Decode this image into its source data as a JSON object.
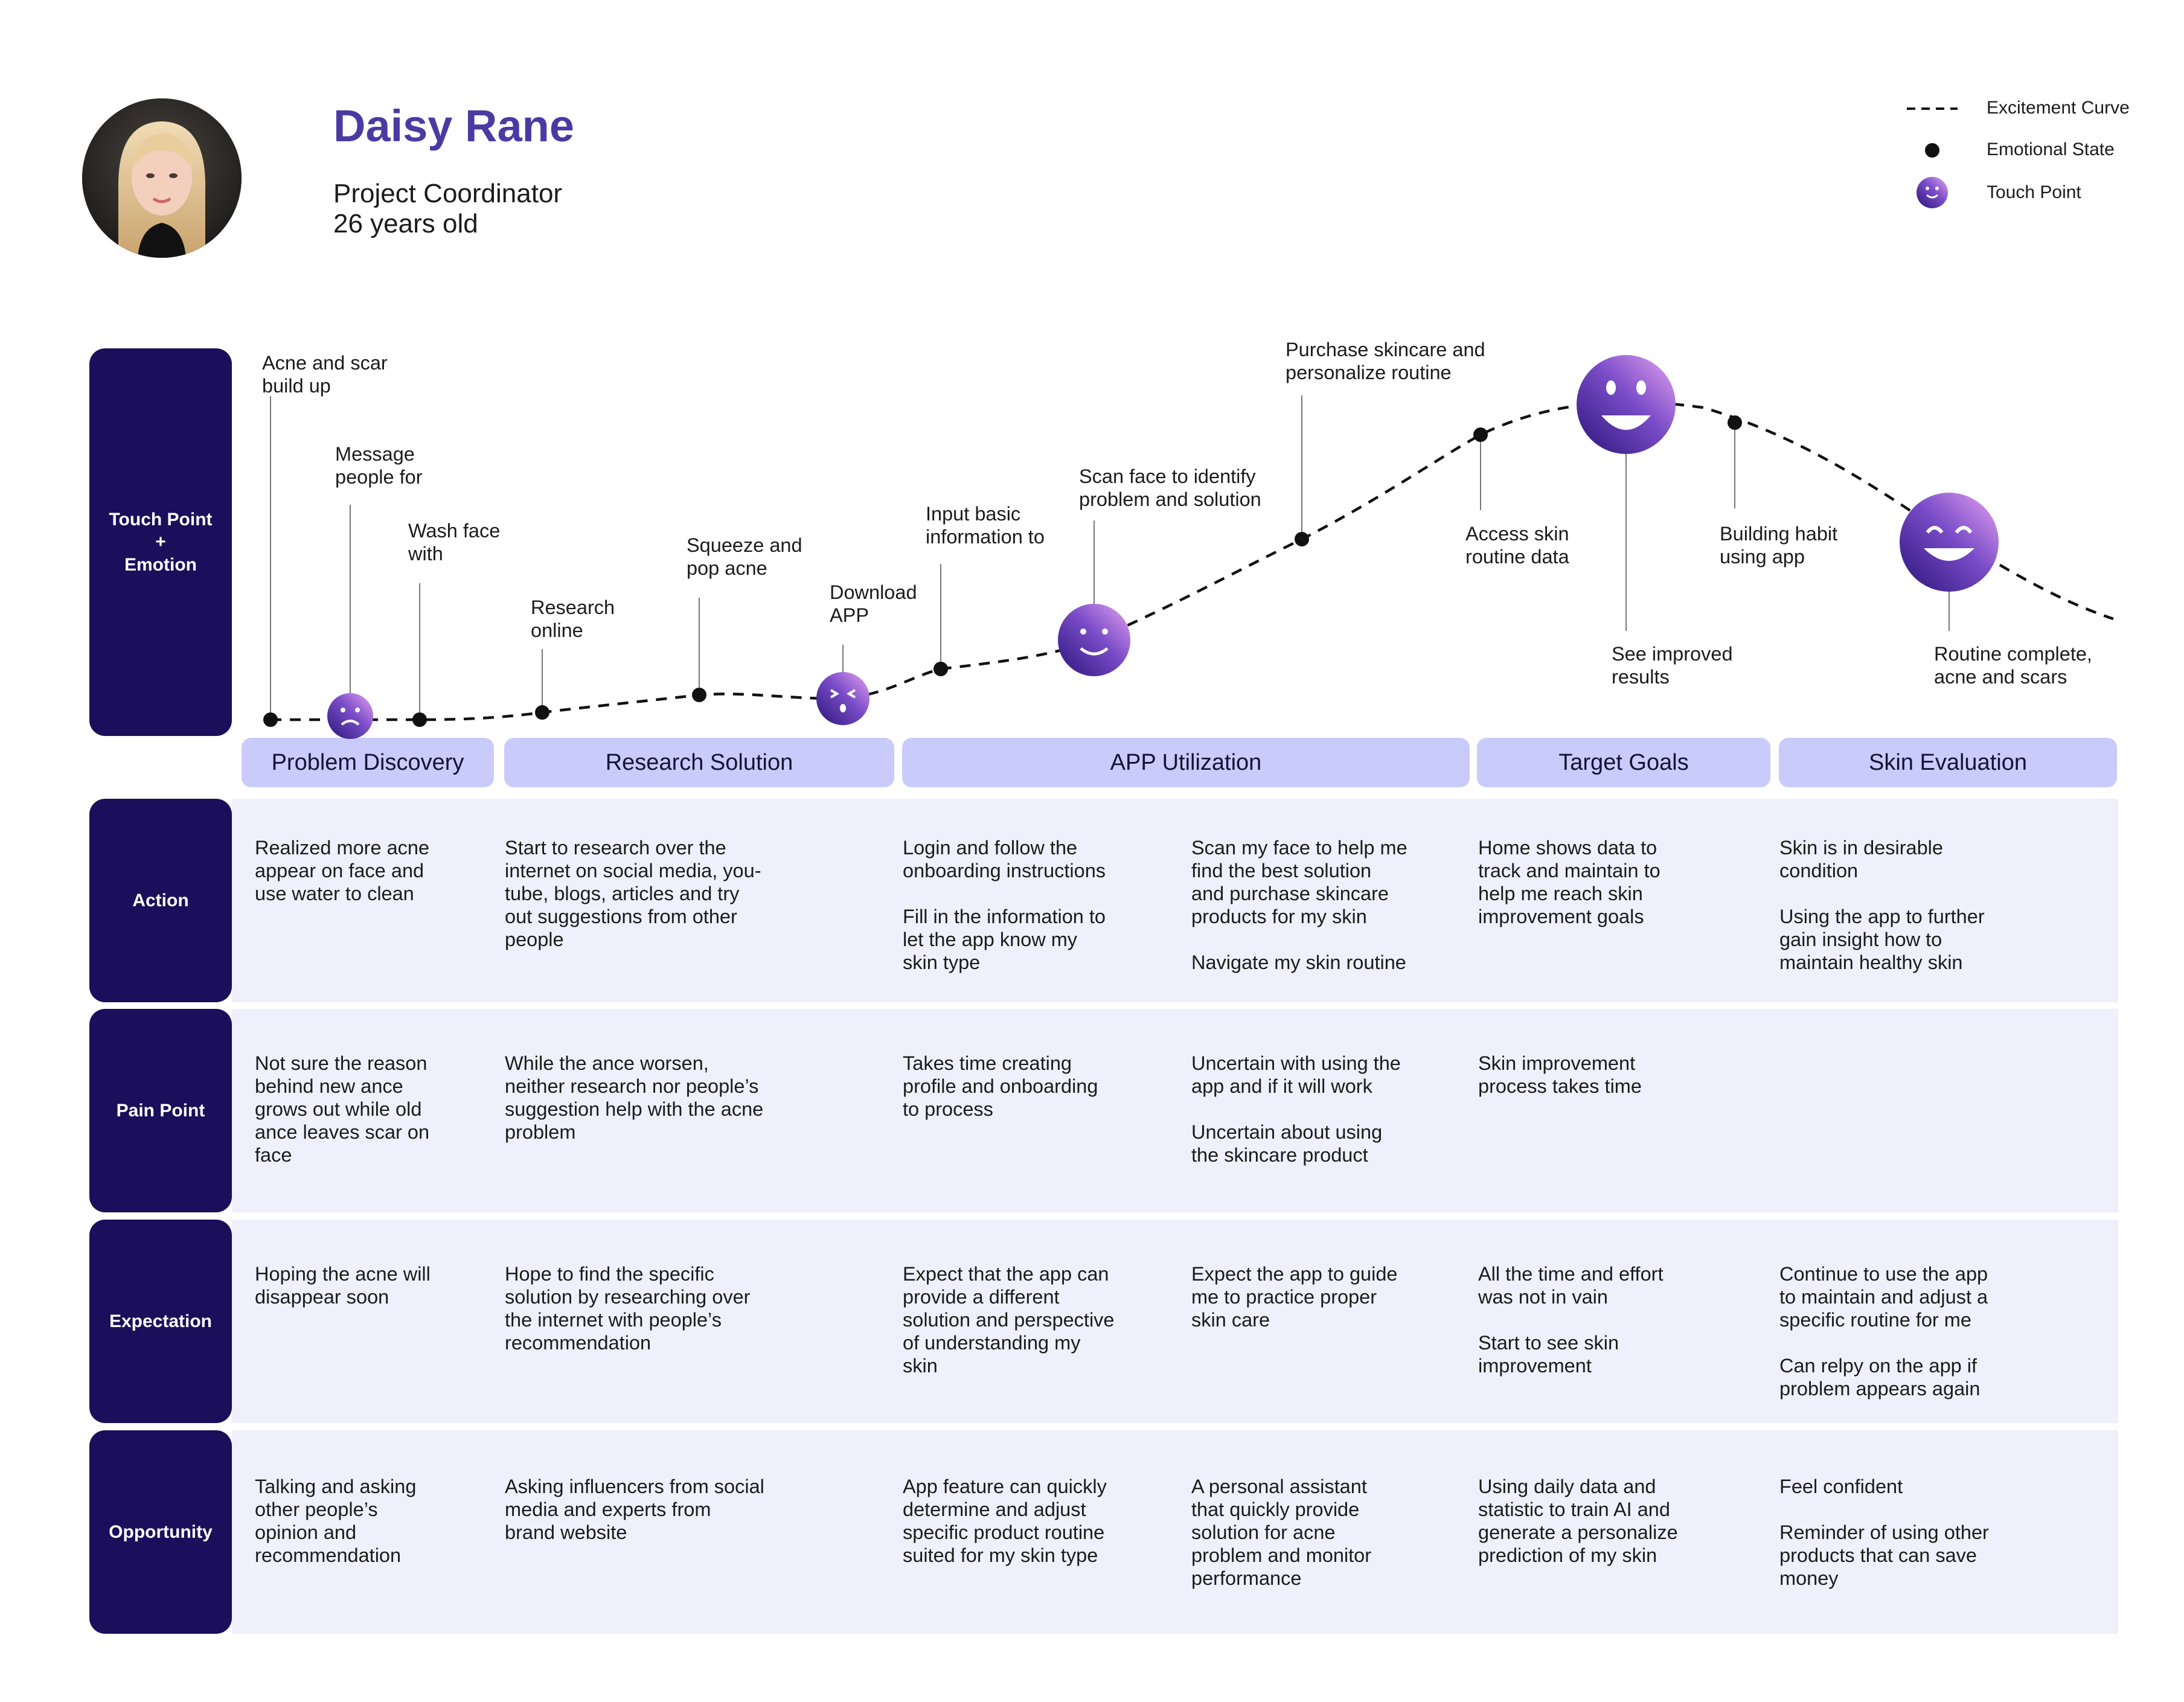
{
  "persona": {
    "name": "Daisy Rane",
    "role": "Project Coordinator",
    "age": "26 years old",
    "avatar_icon": "person-portrait-photo"
  },
  "legend": {
    "excitement_curve": "Excitement Curve",
    "emotional_state": "Emotional State",
    "touch_point": "Touch Point"
  },
  "rows": {
    "touch_point": [
      "Touch Point",
      "+",
      "Emotion"
    ],
    "action": "Action",
    "pain_point": "Pain Point",
    "expectation": "Expectation",
    "opportunity": "Opportunity"
  },
  "touchpoints": [
    "Acne and scar\nbuild up",
    "Message\npeople for",
    "Wash face\nwith",
    "Research\nonline",
    "Squeeze and\npop acne",
    "Download\nAPP",
    "Input basic\ninformation to",
    "Scan face to identify\nproblem and solution",
    "Purchase skincare and\npersonalize routine",
    "Access skin\nroutine data",
    "See improved\nresults",
    "Building habit\nusing app",
    "Routine complete,\nacne and scars"
  ],
  "phases": [
    "Problem Discovery",
    "Research Solution",
    "APP Utilization",
    "Target Goals",
    "Skin Evaluation"
  ],
  "cells": {
    "action": [
      "Realized more acne\nappear on face and\nuse water to clean",
      "Start to research over the\ninternet on social media, you-\ntube, blogs, articles and try\nout suggestions from other\npeople",
      "Login and follow the\nonboarding instructions\n\nFill in the information to\nlet the app know my\nskin type",
      "Scan my face to help me\nfind the best solution\nand purchase skincare\nproducts for my skin\n\nNavigate my skin routine",
      "Home shows data to\ntrack and maintain to\nhelp me reach skin\nimprovement goals",
      "Skin is in desirable\ncondition\n\nUsing the app to further\ngain insight how to\nmaintain healthy skin"
    ],
    "pain_point": [
      "Not sure the reason\nbehind new ance\ngrows out while old\nance leaves scar on\nface",
      "While the ance worsen,\nneither research nor people’s\nsuggestion help with the acne\nproblem",
      "Takes time creating\nprofile and onboarding\nto process",
      "Uncertain with using the\napp and if it will work\n\nUncertain about using\nthe skincare product",
      "Skin improvement\nprocess takes time",
      ""
    ],
    "expectation": [
      "Hoping the acne will\ndisappear soon",
      "Hope to find the specific\nsolution by researching over\nthe internet with people’s\nrecommendation",
      "Expect that the app can\nprovide a different\nsolution and perspective\nof understanding my\nskin",
      "Expect the app to guide\nme to practice proper\nskin care",
      "All the time and effort\nwas not in vain\n\nStart to see skin\nimprovement",
      "Continue to use the app\nto maintain and adjust a\nspecific routine for me\n\nCan relpy on the app if\nproblem appears again"
    ],
    "opportunity": [
      "Talking and asking\nother people’s\nopinion and\nrecommendation",
      "Asking influencers from social\nmedia and experts from\nbrand website",
      "App feature can quickly\ndetermine and adjust\nspecific product routine\nsuited for my skin type",
      "A personal assistant\nthat quickly provide\nsolution for acne\nproblem and monitor\nperformance",
      "Using daily data and\nstatistic to train AI and\ngenerate a personalize\nprediction of my skin",
      "Feel confident\n\nReminder of using other\nproducts that can save\nmoney"
    ]
  },
  "emotions": [
    "neutral",
    "sad-face",
    "neutral",
    "neutral",
    "neutral",
    "surprised-face",
    "neutral",
    "smile-face",
    "neutral",
    "neutral",
    "big-smile-face",
    "neutral",
    "happy-face"
  ],
  "colors": {
    "sidebar": "#1b0e5a",
    "accent_text": "#4b3aa3",
    "phase_bg": "#c9cbfa",
    "row_bg": "#eff0fc",
    "touch_point_light": "#e7a4f2",
    "touch_point_dark": "#2a157a"
  }
}
